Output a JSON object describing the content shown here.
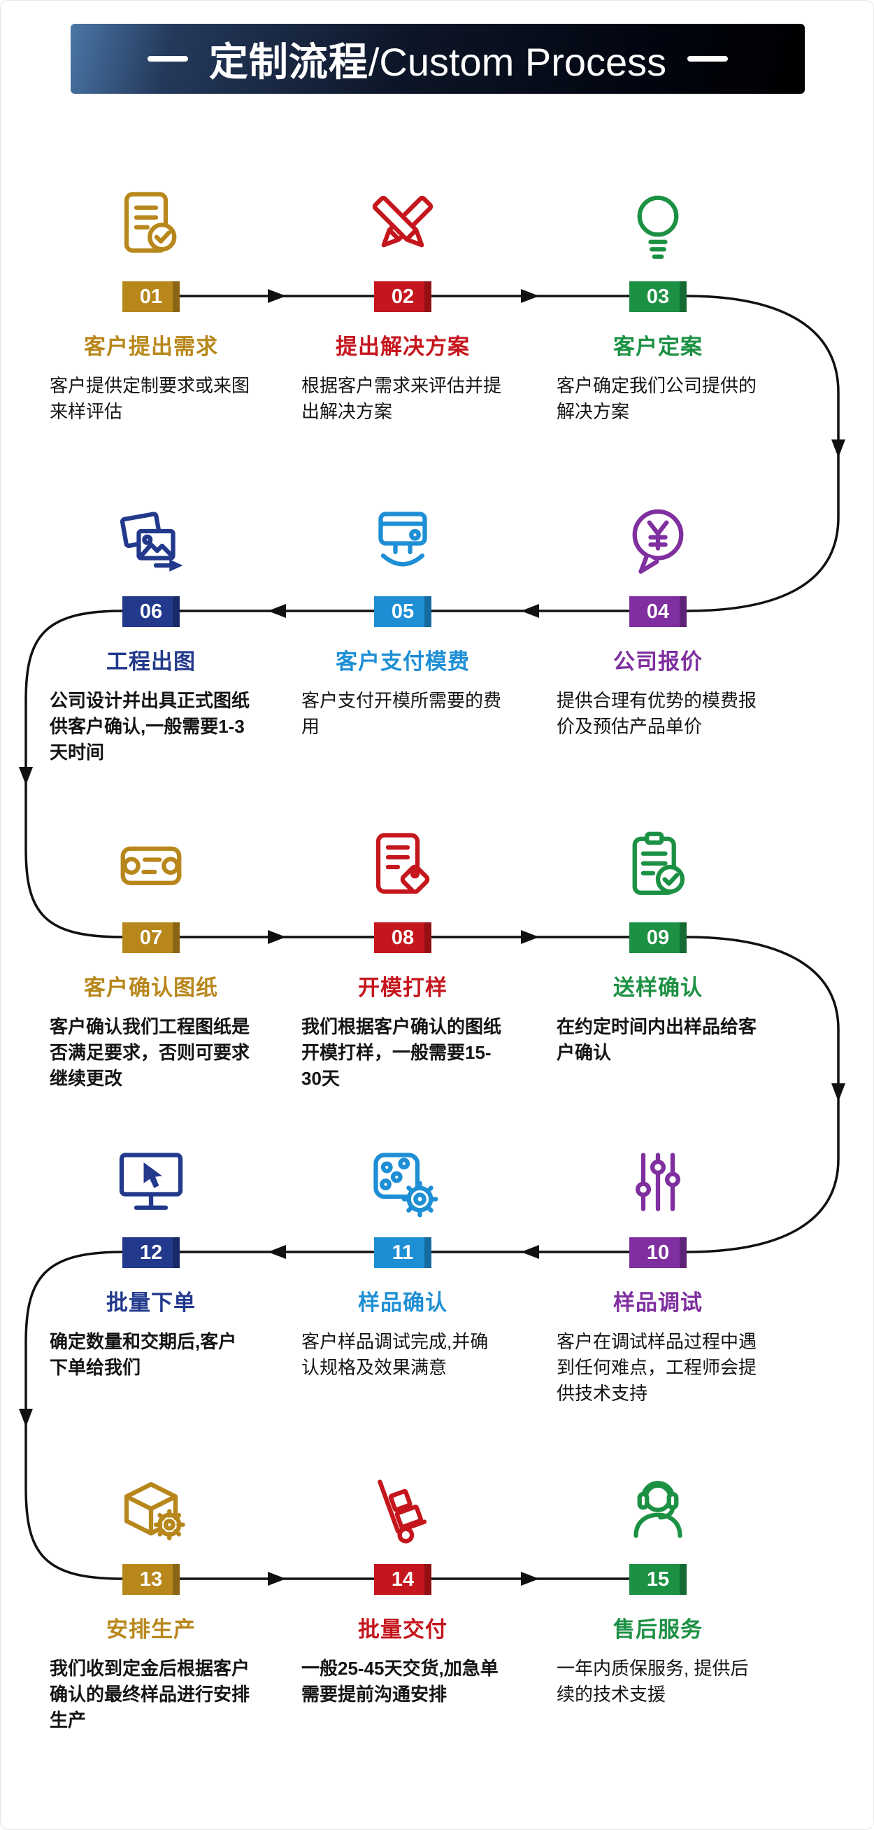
{
  "header": {
    "title_zh": "定制流程",
    "title_en": "/Custom Process"
  },
  "colors": {
    "gold": "#B8871B",
    "red": "#C5161D",
    "green": "#1C9144",
    "purple": "#7F2F9F",
    "blue": "#1E8FD5",
    "navy": "#22398C",
    "line": "#111111"
  },
  "steps": [
    {
      "num": "01",
      "title": "客户提出需求",
      "desc": "客户提供定制要求或来图来样评估",
      "color": "#B8871B",
      "icon": "document-check-icon",
      "bold": false
    },
    {
      "num": "02",
      "title": "提出解决方案",
      "desc": "根据客户需求来评估并提出解决方案",
      "color": "#C5161D",
      "icon": "crossed-pencils-icon",
      "bold": false
    },
    {
      "num": "03",
      "title": "客户定案",
      "desc": "客户确定我们公司提供的解决方案",
      "color": "#1C9144",
      "icon": "lightbulb-icon",
      "bold": false
    },
    {
      "num": "04",
      "title": "公司报价",
      "desc": "提供合理有优势的模费报价及预估产品单价",
      "color": "#7F2F9F",
      "icon": "quote-bubble-yen-icon",
      "bold": false
    },
    {
      "num": "05",
      "title": "客户支付模费",
      "desc": "客户支付开模所需要的费用",
      "color": "#1E8FD5",
      "icon": "payment-icon",
      "bold": false
    },
    {
      "num": "06",
      "title": "工程出图",
      "desc": "公司设计并出具正式图纸供客户确认,一般需要1-3天时间",
      "color": "#22398C",
      "icon": "drawings-icon",
      "bold": true
    },
    {
      "num": "07",
      "title": "客户确认图纸",
      "desc": "客户确认我们工程图纸是否满足要求，否则可要求继续更改",
      "color": "#B8871B",
      "icon": "blueprint-scroll-icon",
      "bold": true
    },
    {
      "num": "08",
      "title": "开模打样",
      "desc": "我们根据客户确认的图纸开模打样，一般需要15-30天",
      "color": "#C5161D",
      "icon": "document-tag-icon",
      "bold": true
    },
    {
      "num": "09",
      "title": "送样确认",
      "desc": "在约定时间内出样品给客户确认",
      "color": "#1C9144",
      "icon": "clipboard-check-icon",
      "bold": true
    },
    {
      "num": "10",
      "title": "样品调试",
      "desc": "客户在调试样品过程中遇到任何难点，工程师会提供技术支持",
      "color": "#7F2F9F",
      "icon": "sliders-icon",
      "bold": false
    },
    {
      "num": "11",
      "title": "样品确认",
      "desc": "客户样品调试完成,并确认规格及效果满意",
      "color": "#1E8FD5",
      "icon": "dice-gear-icon",
      "bold": false
    },
    {
      "num": "12",
      "title": "批量下单",
      "desc": "确定数量和交期后,客户下单给我们",
      "color": "#22398C",
      "icon": "monitor-cursor-icon",
      "bold": true
    },
    {
      "num": "13",
      "title": "安排生产",
      "desc": "我们收到定金后根据客户确认的最终样品进行安排生产",
      "color": "#B8871B",
      "icon": "box-gear-icon",
      "bold": true
    },
    {
      "num": "14",
      "title": "批量交付",
      "desc": "一般25-45天交货,加急单需要提前沟通安排",
      "color": "#C5161D",
      "icon": "trolley-icon",
      "bold": true
    },
    {
      "num": "15",
      "title": "售后服务",
      "desc": "一年内质保服务, 提供后续的技术支援",
      "color": "#1C9144",
      "icon": "headset-icon",
      "bold": false
    }
  ]
}
